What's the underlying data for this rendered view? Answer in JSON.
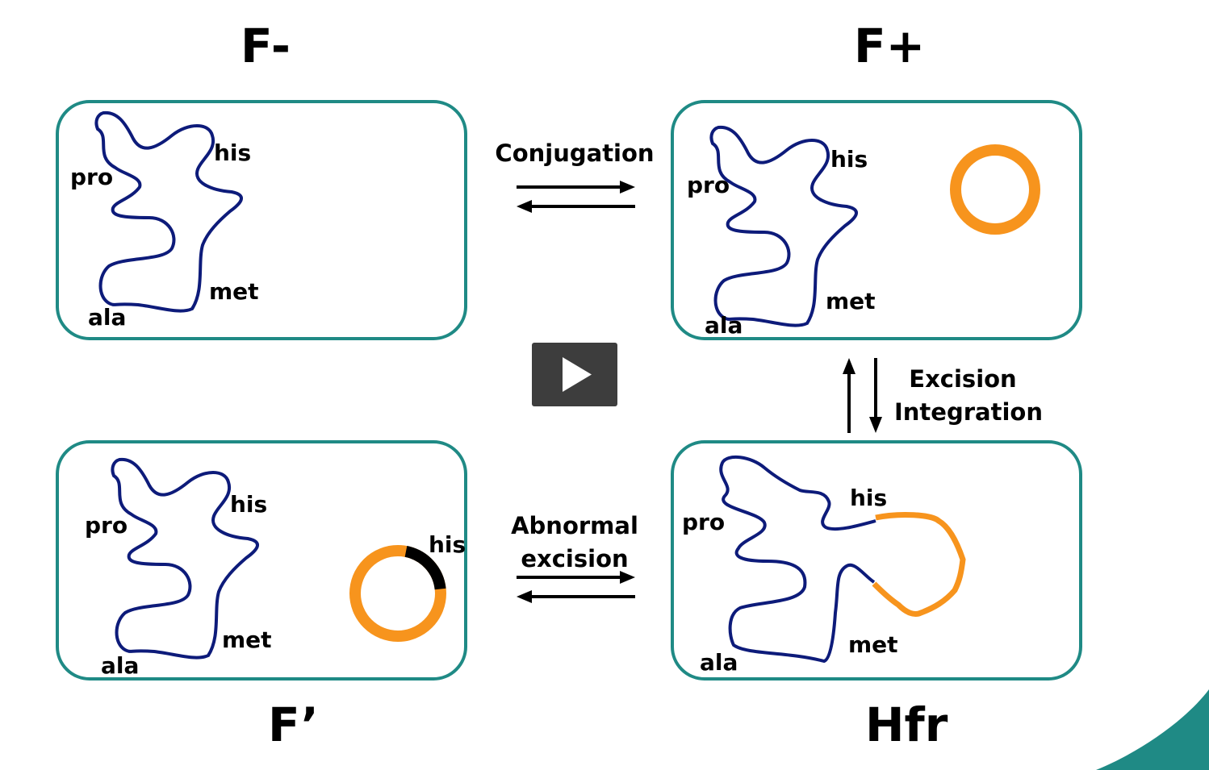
{
  "titles": {
    "f_minus": "F-",
    "f_plus": "F+",
    "f_prime": "F’",
    "hfr": "Hfr"
  },
  "genes": {
    "his": "his",
    "pro": "pro",
    "met": "met",
    "ala": "ala"
  },
  "steps": {
    "conjugation": "Conjugation",
    "abnormal_line1": "Abnormal",
    "abnormal_line2": "excision",
    "excision": "Excision",
    "integration": "Integration"
  },
  "colors": {
    "cell_border": "#1f8a85",
    "chromosome": "#0d1b7a",
    "plasmid": "#f7941d",
    "his_segment": "#000000",
    "play_button": "#3d3d3d",
    "corner_accent": "#1f8a85"
  },
  "icons": {
    "play": "play-icon"
  }
}
